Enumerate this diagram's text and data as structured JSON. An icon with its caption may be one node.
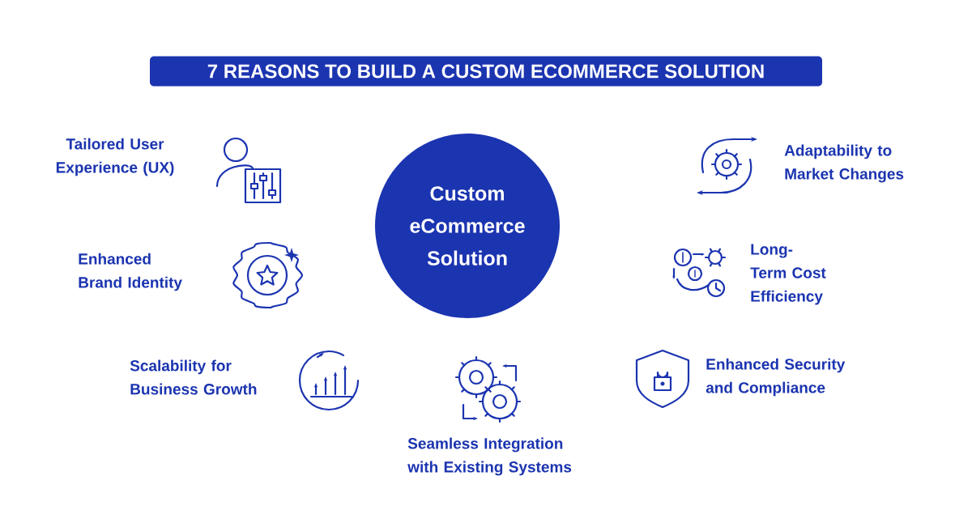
{
  "diagram": {
    "title": "7 REASONS TO BUILD A CUSTOM ECOMMERCE SOLUTION",
    "nodes": [
      {
        "text": [
          "Custom eCommerce Solution"
        ]
      }
    ],
    "labels": [
      "Tailored User Experience (UX)",
      "Adaptability to Market Changes",
      "Enhanced Brand Identity",
      "Long-Term Cost Efficiency",
      "Scalability for Business Growth",
      "Enhanced Security and Compliance",
      "Seamless Integration with Existing Systems"
    ]
  }
}
